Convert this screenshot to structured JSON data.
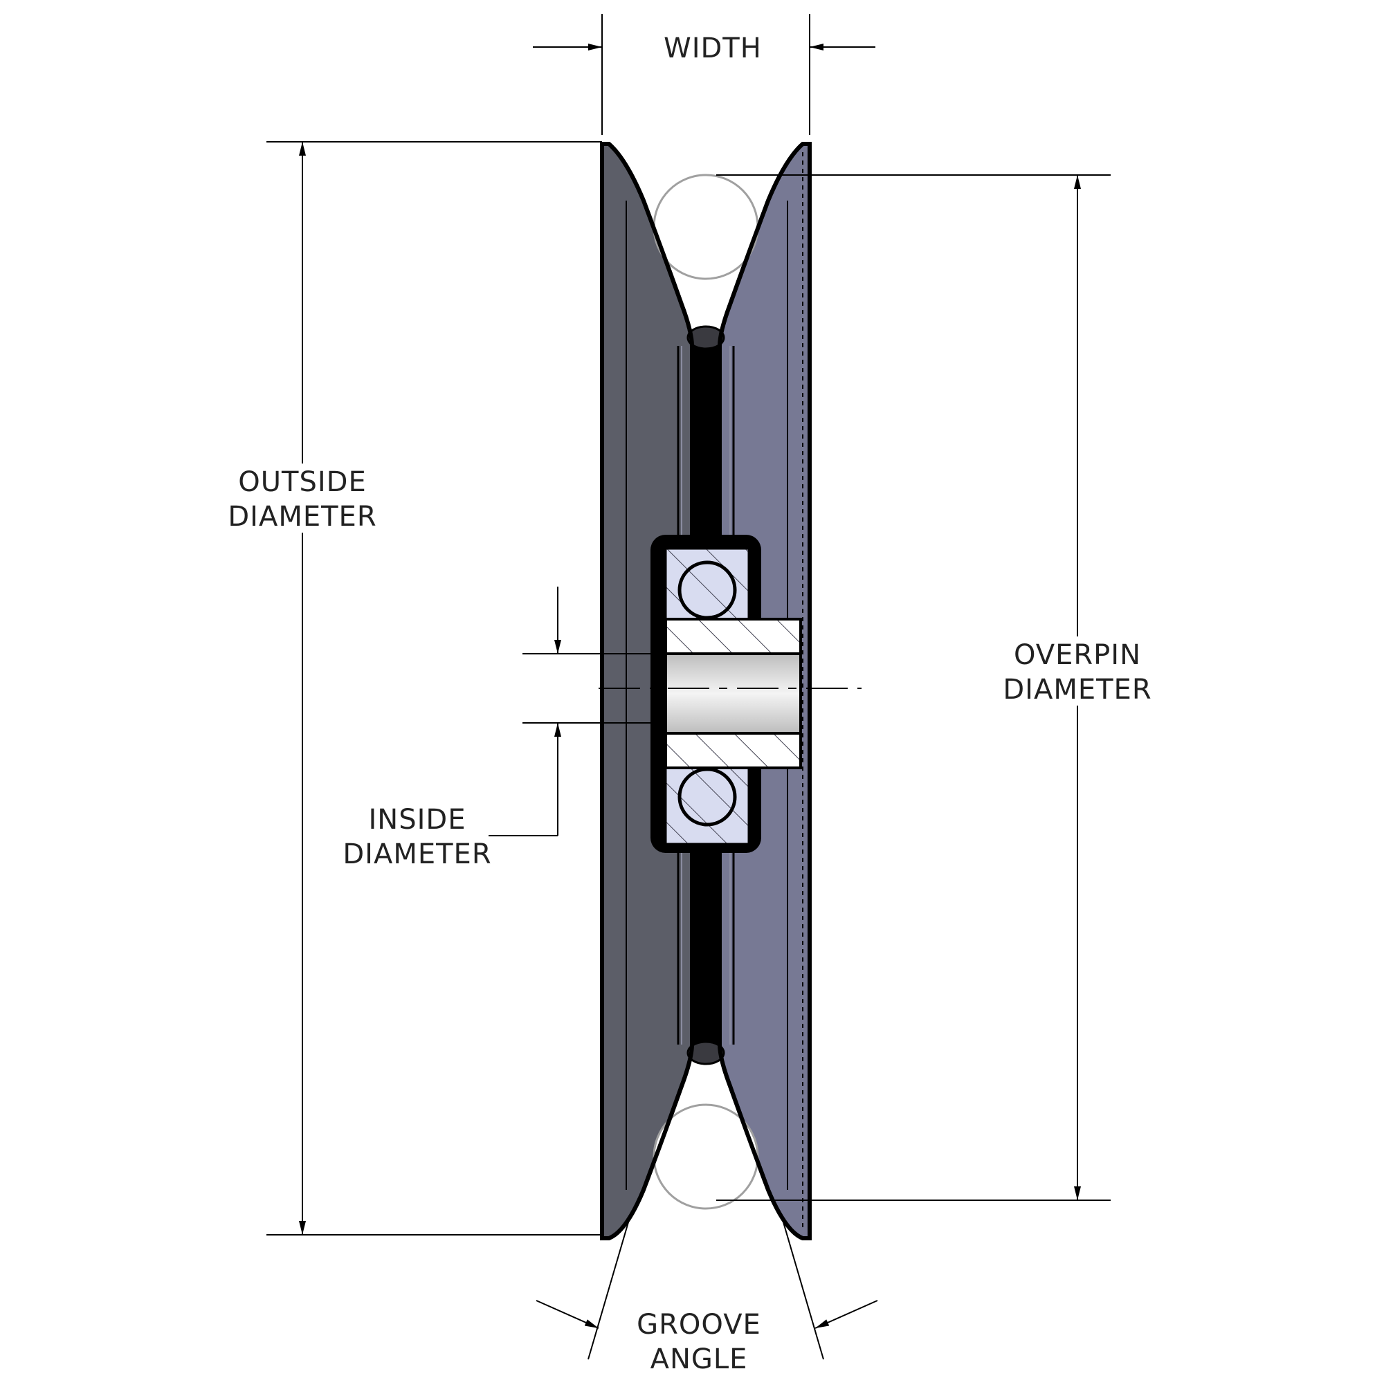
{
  "labels": {
    "width": "WIDTH",
    "outside": [
      "OUTSIDE",
      "DIAMETER"
    ],
    "overpin": [
      "OVERPIN",
      "DIAMETER"
    ],
    "inside": [
      "INSIDE",
      "DIAMETER"
    ],
    "groove": [
      "GROOVE",
      "ANGLE"
    ]
  },
  "colors": {
    "line": "#000000",
    "flange_dark": "#5a5c66",
    "flange_mid": "#6e7080",
    "flange_light": "#7a7c9a",
    "bearing": "#d8dcf0",
    "bore": "#e6e6e6",
    "pin": "#ffffff",
    "pin_stroke": "#a0a0a0"
  }
}
